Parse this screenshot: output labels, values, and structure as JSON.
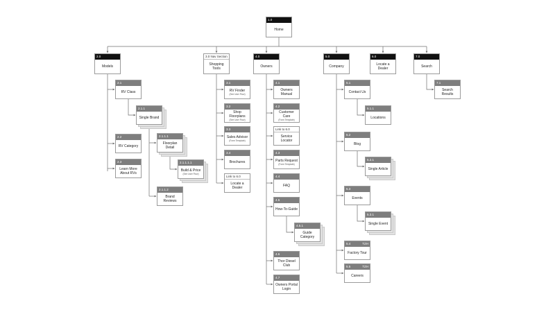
{
  "nodes": {
    "home": {
      "id": "1.0",
      "title": "Home"
    },
    "models": {
      "id": "2.0",
      "title": "Models"
    },
    "shopping_tools": {
      "id": "3.0 Nav Section",
      "title": "Shopping Tools"
    },
    "owners": {
      "id": "4.0",
      "title": "Owners"
    },
    "company": {
      "id": "5.0",
      "title": "Company"
    },
    "locate_dealer_top": {
      "id": "6.0",
      "title": "Locate a Dealer"
    },
    "search": {
      "id": "7.0",
      "title": "Search"
    },
    "rv_class": {
      "id": "2.1",
      "title": "RV Class"
    },
    "single_brand": {
      "id": "2.1.1",
      "title": "Single Brand"
    },
    "floorplan_detail": {
      "id": "2.1.1.1",
      "title": "Floorplan Detail"
    },
    "build_price": {
      "id": "2.1.1.1.1",
      "title": "Build & Price",
      "sub": "(See User Flow)"
    },
    "brand_reviews": {
      "id": "2.1.1.2",
      "title": "Brand Reviews"
    },
    "rv_category": {
      "id": "2.2",
      "title": "RV Category"
    },
    "learn_more": {
      "id": "2.3",
      "title": "Learn More About RVs"
    },
    "rv_finder": {
      "id": "3.1",
      "title": "RV Finder",
      "sub": "(See User Flow)"
    },
    "shop_floorplans": {
      "id": "3.2",
      "title": "Shop Floorplans",
      "sub": "(See User Flow)"
    },
    "sales_advisor": {
      "id": "3.3",
      "title": "Sales Advisor",
      "sub": "(Form Template)"
    },
    "brochures": {
      "id": "3.4",
      "title": "Brochures"
    },
    "locate_dealer_link": {
      "id": "Link to 6.0",
      "title": "Locate a Dealer"
    },
    "owners_manual": {
      "id": "4.1",
      "title": "Owners Manual"
    },
    "customer_care": {
      "id": "4.2",
      "title": "Customer Care",
      "sub": "(Form Template)"
    },
    "service_locator": {
      "id": "Link to 6.0",
      "title": "Service Locator"
    },
    "parts_request": {
      "id": "4.3",
      "title": "Parts Request",
      "sub": "(Form Template)"
    },
    "faq": {
      "id": "4.4",
      "title": "FAQ"
    },
    "how_to_guide": {
      "id": "4.5",
      "title": "How-To-Guide"
    },
    "guide_category": {
      "id": "4.5.1",
      "title": "Guide Category"
    },
    "thor_diesel_club": {
      "id": "4.6",
      "title": "Thor Diesel Club"
    },
    "owners_portal": {
      "id": "4.7",
      "title": "Owners Portal Login"
    },
    "contact_us": {
      "id": "5.1",
      "title": "Contact Us"
    },
    "locations": {
      "id": "5.1.1",
      "title": "Locations"
    },
    "blog": {
      "id": "5.2",
      "title": "Blog"
    },
    "single_article": {
      "id": "5.2.1",
      "title": "Single Article"
    },
    "events": {
      "id": "5.3",
      "title": "Events"
    },
    "single_event": {
      "id": "5.3.1",
      "title": "Single Event"
    },
    "factory_tour": {
      "id": "5.4",
      "title": "Factory Tour",
      "tag": "TZH"
    },
    "careers": {
      "id": "5.5",
      "title": "Careers",
      "tag": "TZH"
    },
    "search_results": {
      "id": "7.1",
      "title": "Search Results"
    }
  },
  "colors": {
    "header_dark": "#111111",
    "header_gray": "#7e7e7e",
    "line": "#6f6f6f",
    "border": "#9a9a9a"
  },
  "icons": {
    "arrowhead": "arrow-right-icon"
  }
}
